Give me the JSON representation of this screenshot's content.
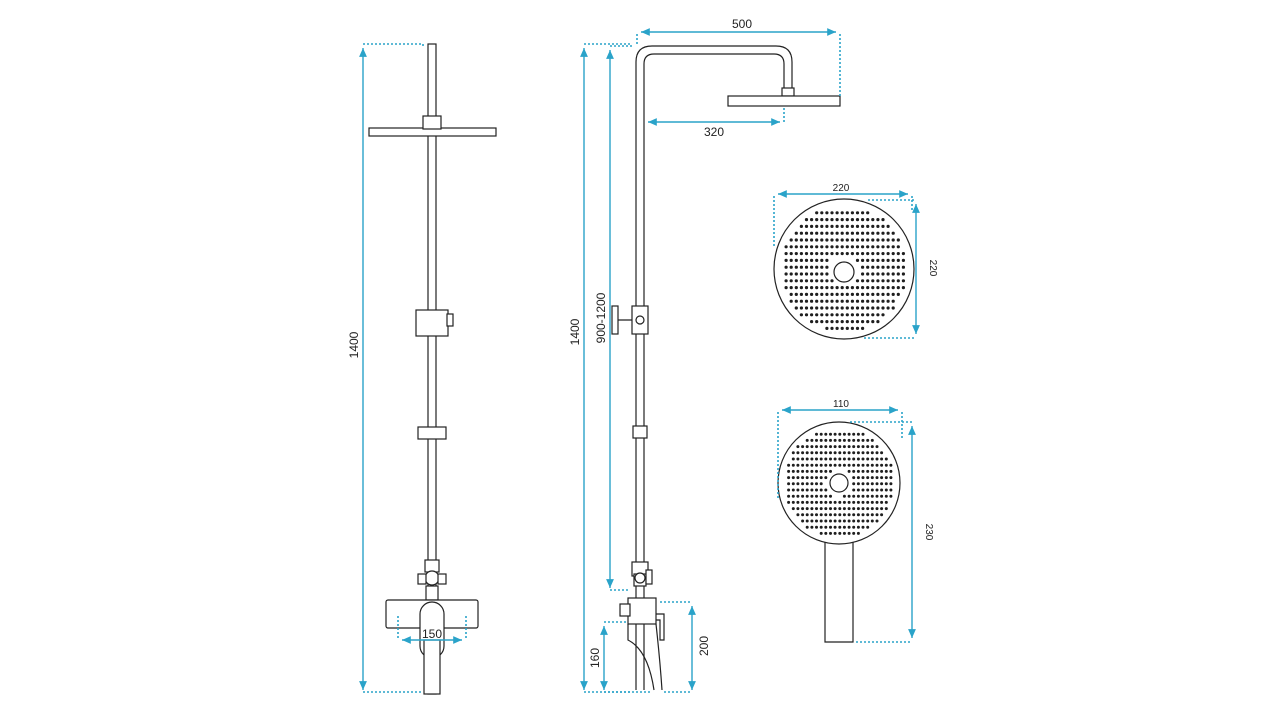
{
  "dimensions": {
    "front_total_height": "1400",
    "front_spout_width": "150",
    "side_overhead_arm": "500",
    "side_head_offset": "320",
    "side_total_height": "1400",
    "side_adjustable_height": "900-1200",
    "side_spout_height": "160",
    "side_mixer_height": "200",
    "head_width": "220",
    "head_height": "220",
    "hand_width": "110",
    "hand_length": "230"
  },
  "colors": {
    "dimension_lines": "#2aa3c9",
    "drawing_lines": "#222222",
    "holes": "#1e1e1e"
  }
}
